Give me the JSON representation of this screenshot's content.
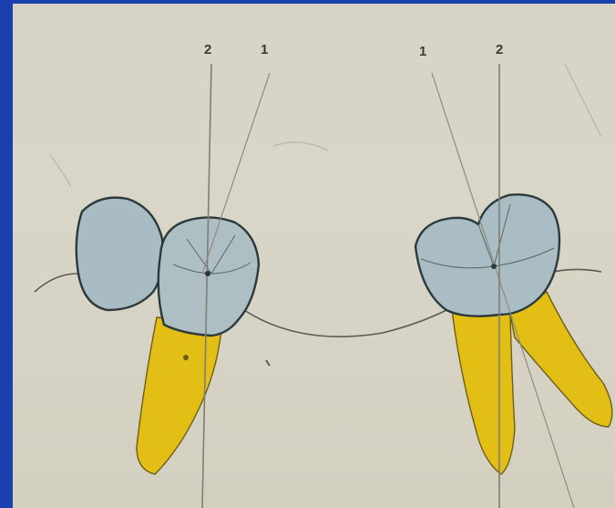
{
  "labels": {
    "left_axis_2": "2",
    "left_axis_1": "1",
    "right_axis_1": "1",
    "right_axis_2": "2"
  },
  "colors": {
    "border": "#1a3fae",
    "paper": "#d8d5c7",
    "crown": "#a9bcc4",
    "root": "#e3bf16",
    "outline": "#2c3a3c",
    "axis_line": "#807e74"
  }
}
